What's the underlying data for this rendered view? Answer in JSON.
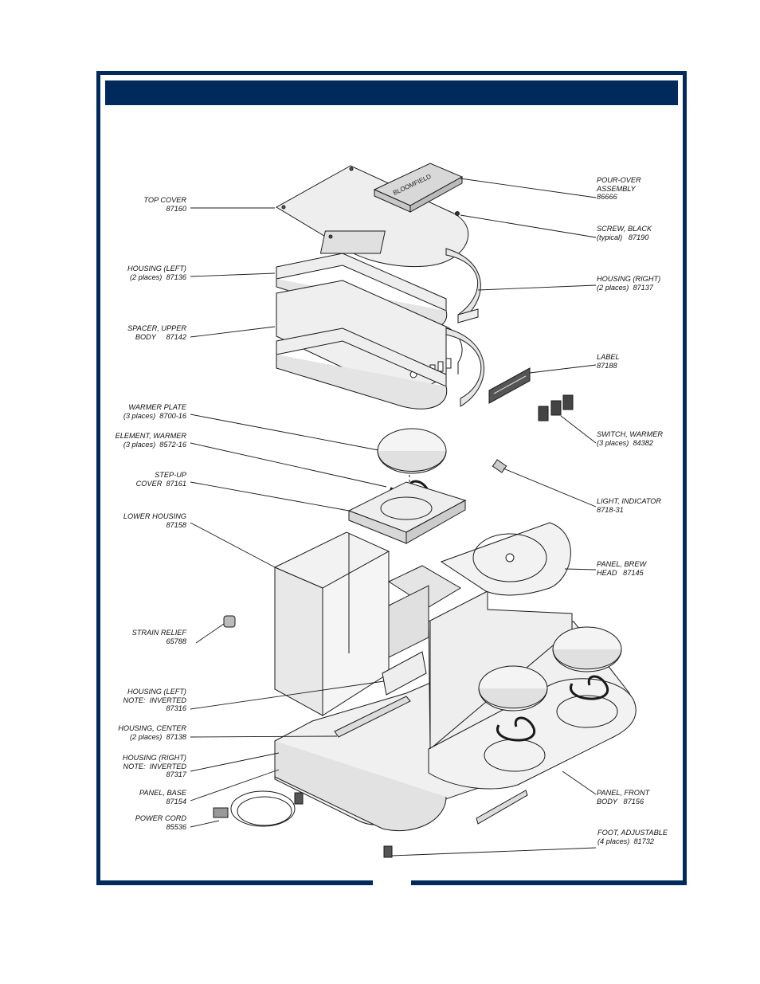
{
  "colors": {
    "frame": "#002a5c",
    "part_fill": "#eeeeee",
    "line": "#1a1a1a"
  },
  "callouts": [
    {
      "id": "top-cover",
      "lines": [
        "TOP COVER",
        "87160"
      ]
    },
    {
      "id": "housing-left",
      "lines": [
        "HOUSING (LEFT)",
        "(2 places)  87136"
      ]
    },
    {
      "id": "spacer-upper-body",
      "lines": [
        "SPACER, UPPER",
        "BODY     87142"
      ]
    },
    {
      "id": "warmer-plate",
      "lines": [
        "WARMER PLATE",
        "(3 places)  8700-16"
      ]
    },
    {
      "id": "element-warmer",
      "lines": [
        "ELEMENT, WARMER",
        "(3 places)  8572-16"
      ]
    },
    {
      "id": "step-up-cover",
      "lines": [
        "STEP-UP",
        "COVER  87161"
      ]
    },
    {
      "id": "lower-housing",
      "lines": [
        "LOWER HOUSING",
        "87158"
      ]
    },
    {
      "id": "strain-relief",
      "lines": [
        "STRAIN RELIEF",
        "65788"
      ]
    },
    {
      "id": "housing-left-inverted",
      "lines": [
        "HOUSING (LEFT)",
        "NOTE:  INVERTED",
        "87316"
      ]
    },
    {
      "id": "housing-center",
      "lines": [
        "HOUSING, CENTER",
        "(2 places)  87138"
      ]
    },
    {
      "id": "housing-right-inverted",
      "lines": [
        "HOUSING (RIGHT)",
        "NOTE:  INVERTED",
        "87317"
      ]
    },
    {
      "id": "panel-base",
      "lines": [
        "PANEL, BASE",
        "87154"
      ]
    },
    {
      "id": "power-cord",
      "lines": [
        "POWER CORD",
        "85536"
      ]
    },
    {
      "id": "pour-over-assembly",
      "lines": [
        "POUR-OVER",
        "ASSEMBLY",
        "86666"
      ]
    },
    {
      "id": "screw-black",
      "lines": [
        "SCREW, BLACK",
        "(typical)   87190"
      ]
    },
    {
      "id": "housing-right",
      "lines": [
        "HOUSING (RIGHT)",
        "(2 places)  87137"
      ]
    },
    {
      "id": "label",
      "lines": [
        "LABEL",
        "87188"
      ]
    },
    {
      "id": "switch-warmer",
      "lines": [
        "SWITCH, WARMER",
        "(3 places)  84382"
      ]
    },
    {
      "id": "light-indicator",
      "lines": [
        "LIGHT, INDICATOR",
        "8718-31"
      ]
    },
    {
      "id": "panel-brew-head",
      "lines": [
        "PANEL, BREW",
        "HEAD   87145"
      ]
    },
    {
      "id": "panel-front-body",
      "lines": [
        "PANEL, FRONT",
        "BODY   87156"
      ]
    },
    {
      "id": "foot-adjustable",
      "lines": [
        "FOOT, ADJUSTABLE",
        "(4 places)  81732"
      ]
    }
  ],
  "pour_over_logo_text": "BLOOMFIELD"
}
